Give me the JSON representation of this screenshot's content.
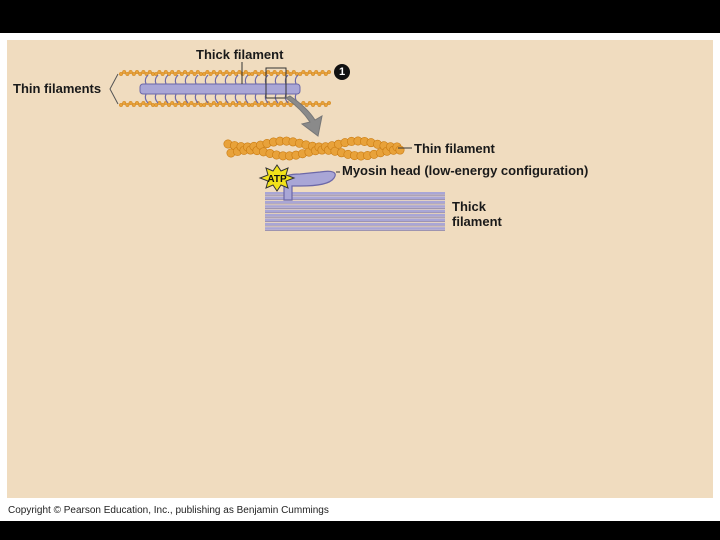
{
  "labels": {
    "thick_filament_top": "Thick filament",
    "thin_filaments": "Thin filaments",
    "thin_filament": "Thin filament",
    "myosin_head": "Myosin head (low-energy configuration)",
    "thick_filament_line1": "Thick",
    "thick_filament_line2": "filament",
    "atp": "ATP",
    "step_number": "1"
  },
  "footer": {
    "copyright": "Copyright © Pearson Education, Inc., publishing as Benjamin Cummings"
  },
  "colors": {
    "background": "#f0dcbf",
    "actin": "#e8a23a",
    "actin_dark": "#c97a10",
    "myosin": "#a9a6d6",
    "myosin_dark": "#6c68a8",
    "atp_burst": "#f2e21a",
    "arrow": "#8a8a8a"
  }
}
